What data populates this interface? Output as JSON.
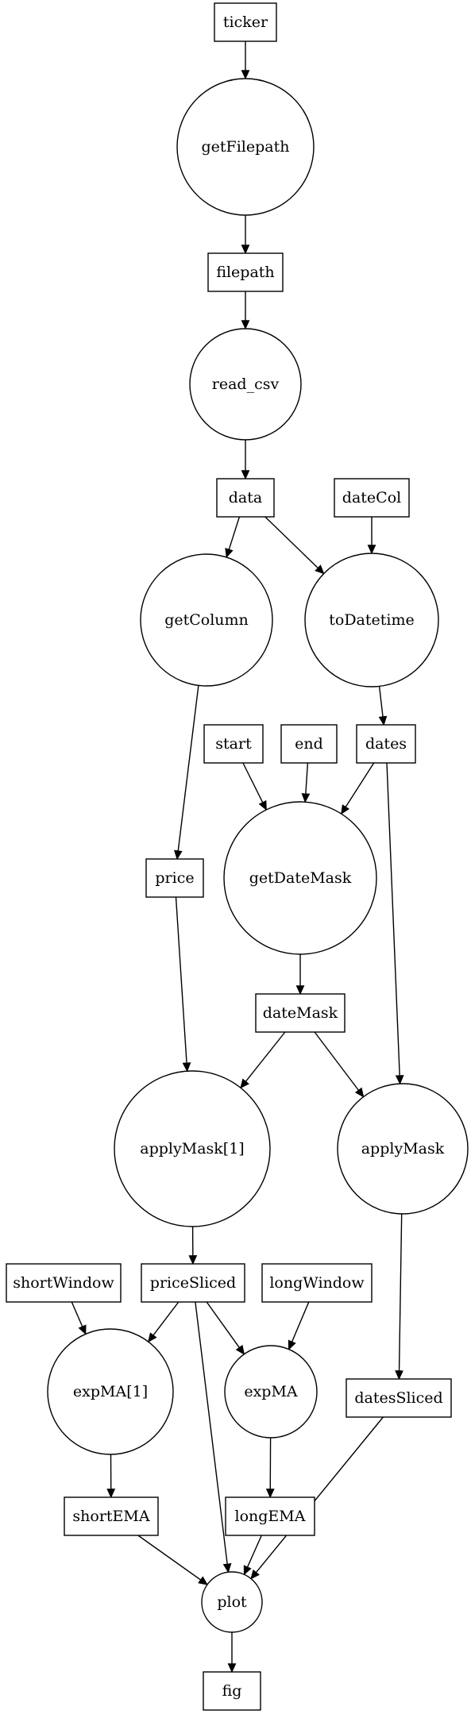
{
  "diagram": {
    "nodes": [
      {
        "id": "ticker",
        "label": "ticker",
        "shape": "box"
      },
      {
        "id": "getFilepath",
        "label": "getFilepath",
        "shape": "circle"
      },
      {
        "id": "filepath",
        "label": "filepath",
        "shape": "box"
      },
      {
        "id": "read_csv",
        "label": "read_csv",
        "shape": "circle"
      },
      {
        "id": "data",
        "label": "data",
        "shape": "box"
      },
      {
        "id": "dateCol",
        "label": "dateCol",
        "shape": "box"
      },
      {
        "id": "getColumn",
        "label": "getColumn",
        "shape": "circle"
      },
      {
        "id": "toDatetime",
        "label": "toDatetime",
        "shape": "circle"
      },
      {
        "id": "start",
        "label": "start",
        "shape": "box"
      },
      {
        "id": "end",
        "label": "end",
        "shape": "box"
      },
      {
        "id": "dates",
        "label": "dates",
        "shape": "box"
      },
      {
        "id": "price",
        "label": "price",
        "shape": "box"
      },
      {
        "id": "getDateMask",
        "label": "getDateMask",
        "shape": "circle"
      },
      {
        "id": "dateMask",
        "label": "dateMask",
        "shape": "box"
      },
      {
        "id": "applyMask1",
        "label": "applyMask[1]",
        "shape": "circle"
      },
      {
        "id": "applyMask",
        "label": "applyMask",
        "shape": "circle"
      },
      {
        "id": "shortWindow",
        "label": "shortWindow",
        "shape": "box"
      },
      {
        "id": "priceSliced",
        "label": "priceSliced",
        "shape": "box"
      },
      {
        "id": "longWindow",
        "label": "longWindow",
        "shape": "box"
      },
      {
        "id": "expMA1",
        "label": "expMA[1]",
        "shape": "circle"
      },
      {
        "id": "expMA",
        "label": "expMA",
        "shape": "circle"
      },
      {
        "id": "datesSliced",
        "label": "datesSliced",
        "shape": "box"
      },
      {
        "id": "shortEMA",
        "label": "shortEMA",
        "shape": "box"
      },
      {
        "id": "longEMA",
        "label": "longEMA",
        "shape": "box"
      },
      {
        "id": "plot",
        "label": "plot",
        "shape": "circle"
      },
      {
        "id": "fig",
        "label": "fig",
        "shape": "box"
      }
    ],
    "edges": [
      {
        "from": "ticker",
        "to": "getFilepath"
      },
      {
        "from": "getFilepath",
        "to": "filepath"
      },
      {
        "from": "filepath",
        "to": "read_csv"
      },
      {
        "from": "read_csv",
        "to": "data"
      },
      {
        "from": "data",
        "to": "getColumn"
      },
      {
        "from": "data",
        "to": "toDatetime"
      },
      {
        "from": "dateCol",
        "to": "toDatetime"
      },
      {
        "from": "toDatetime",
        "to": "dates"
      },
      {
        "from": "getColumn",
        "to": "price"
      },
      {
        "from": "start",
        "to": "getDateMask"
      },
      {
        "from": "end",
        "to": "getDateMask"
      },
      {
        "from": "dates",
        "to": "getDateMask"
      },
      {
        "from": "dates",
        "to": "applyMask"
      },
      {
        "from": "getDateMask",
        "to": "dateMask"
      },
      {
        "from": "price",
        "to": "applyMask1"
      },
      {
        "from": "dateMask",
        "to": "applyMask1"
      },
      {
        "from": "dateMask",
        "to": "applyMask"
      },
      {
        "from": "applyMask1",
        "to": "priceSliced"
      },
      {
        "from": "applyMask",
        "to": "datesSliced"
      },
      {
        "from": "shortWindow",
        "to": "expMA1"
      },
      {
        "from": "priceSliced",
        "to": "expMA1"
      },
      {
        "from": "priceSliced",
        "to": "expMA"
      },
      {
        "from": "longWindow",
        "to": "expMA"
      },
      {
        "from": "priceSliced",
        "to": "plot"
      },
      {
        "from": "expMA1",
        "to": "shortEMA"
      },
      {
        "from": "expMA",
        "to": "longEMA"
      },
      {
        "from": "shortEMA",
        "to": "plot"
      },
      {
        "from": "longEMA",
        "to": "plot"
      },
      {
        "from": "datesSliced",
        "to": "plot"
      },
      {
        "from": "plot",
        "to": "fig"
      }
    ]
  }
}
